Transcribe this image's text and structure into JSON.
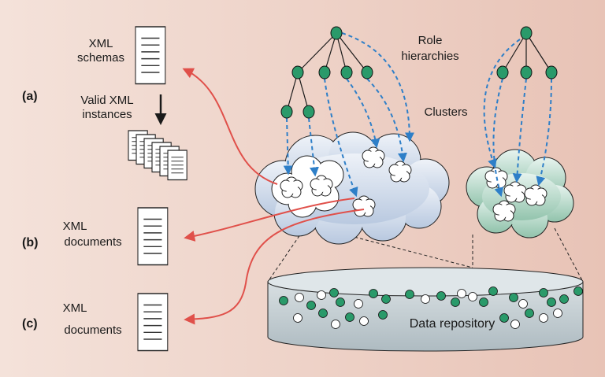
{
  "labels": {
    "part_a": "(a)",
    "part_b": "(b)",
    "part_c": "(c)",
    "xml_schemas_line1": "XML",
    "xml_schemas_line2": "schemas",
    "valid_xml_line1": "Valid XML",
    "valid_xml_line2": "instances",
    "xml_documents_b_line1": "XML",
    "xml_documents_b_line2": "documents",
    "xml_documents_c_line1": "XML",
    "xml_documents_c_line2": "documents",
    "role_line1": "Role",
    "role_line2": "hierarchies",
    "clusters": "Clusters",
    "data_repository": "Data repository"
  },
  "colors": {
    "background_left": "#f3dcd3",
    "background_right": "#e9c5b8",
    "tree_node": "#2a9a6a",
    "dashed_arrow": "#2e7fc8",
    "red_arrow": "#e0504a",
    "cloud_main": "#d6e2f1",
    "cloud_right": "#cfe6dd",
    "repository": "#c8d2d6"
  }
}
